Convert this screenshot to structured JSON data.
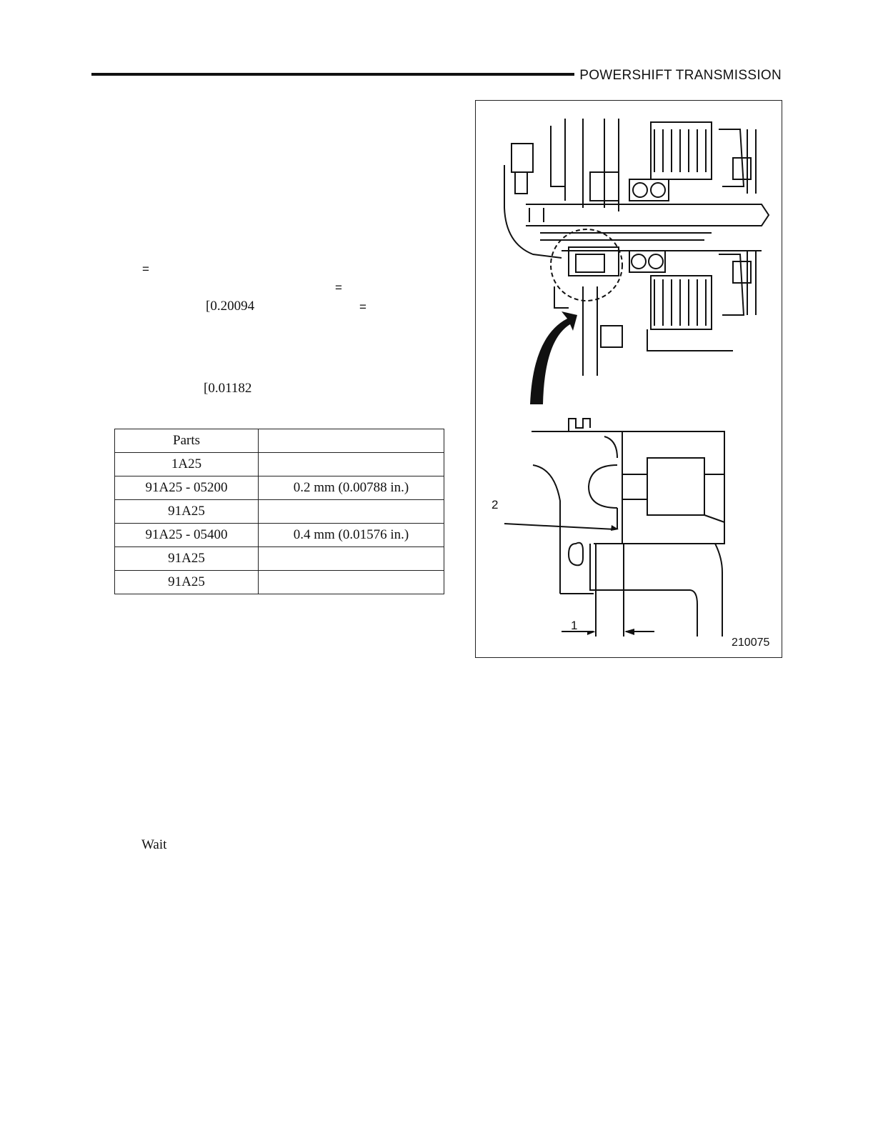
{
  "header": {
    "title": "POWERSHIFT TRANSMISSION"
  },
  "text_fragments": {
    "eq1": "=",
    "eq2": "=",
    "val1": "[0.20094",
    "eq3": "=",
    "val2": "[0.01182",
    "wait": "Wait"
  },
  "table": {
    "header": [
      "Parts",
      ""
    ],
    "rows": [
      [
        "1A25",
        ""
      ],
      [
        "91A25 - 05200",
        "0.2 mm (0.00788 in.)"
      ],
      [
        "91A25",
        ""
      ],
      [
        "91A25 - 05400",
        "0.4 mm (0.01576 in.)"
      ],
      [
        "91A25",
        ""
      ],
      [
        "91A25",
        ""
      ]
    ]
  },
  "figure": {
    "callout_1": "1",
    "callout_2": "2",
    "figure_number": "210075"
  }
}
